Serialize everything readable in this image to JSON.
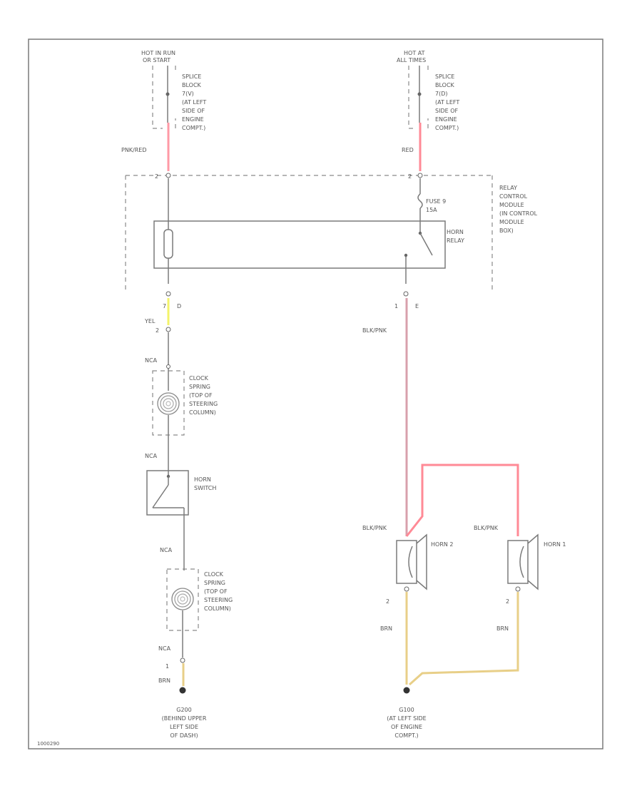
{
  "diagram": {
    "colors": {
      "pink_red": "#ff9aa6",
      "red": "#ff8a96",
      "yellow": "#f3f36a",
      "blue_pink": "#d8a0ac",
      "brown": "#e8cf88",
      "line": "#7a7a7a"
    },
    "left_source": {
      "hot_label": "HOT IN RUN",
      "hot_label2": "OR START",
      "splice_lines": [
        "SPLICE",
        "BLOCK",
        "7(V)",
        "(AT LEFT",
        "SIDE OF",
        "ENGINE",
        "COMPT.)"
      ],
      "wire_color": "PNK/RED"
    },
    "right_source": {
      "hot_label": "HOT AT",
      "hot_label2": "ALL TIMES",
      "splice_lines": [
        "SPLICE",
        "BLOCK",
        "7(D)",
        "(AT LEFT",
        "SIDE OF",
        "ENGINE",
        "COMPT.)"
      ],
      "wire_color": "RED"
    },
    "relay_module": {
      "label_lines": [
        "RELAY",
        "CONTROL",
        "MODULE",
        "(IN CONTROL",
        "MODULE",
        "BOX)"
      ],
      "fuse_lines": [
        "FUSE 9",
        "15A"
      ],
      "relay_lines": [
        "HORN",
        "RELAY"
      ],
      "pin_top_left": "2",
      "pin_top_right": "2",
      "pin_bottom_left_a": "7",
      "pin_bottom_left_b": "D",
      "pin_bottom_right_a": "1",
      "pin_bottom_right_b": "E"
    },
    "left_circuit": {
      "wire1": "YEL",
      "pin2": "2",
      "wire2": "NCA",
      "clock_spring1": [
        "CLOCK",
        "SPRING",
        "(TOP OF",
        "STEERING",
        "COLUMN)"
      ],
      "wire3": "NCA",
      "horn_switch": [
        "HORN",
        "SWITCH"
      ],
      "wire4": "NCA",
      "clock_spring2": [
        "CLOCK",
        "SPRING",
        "(TOP OF",
        "STEERING",
        "COLUMN)"
      ],
      "wire5": "NCA",
      "pin1": "1",
      "wire6": "BRN",
      "ground_lines": [
        "G200",
        "(BEHIND UPPER",
        "LEFT SIDE",
        "OF DASH)"
      ]
    },
    "right_circuit": {
      "wire1": "BLK/PNK",
      "horn2_wire": "BLK/PNK",
      "horn2_label": "HORN 2",
      "horn2_pin": "2",
      "horn2_gnd_wire": "BRN",
      "horn1_wire": "BLK/PNK",
      "horn1_label": "HORN 1",
      "horn1_pin": "2",
      "horn1_gnd_wire": "BRN",
      "ground_lines": [
        "G100",
        "(AT LEFT SIDE",
        "OF ENGINE",
        "COMPT.)"
      ]
    },
    "footer_code": "1000290"
  }
}
